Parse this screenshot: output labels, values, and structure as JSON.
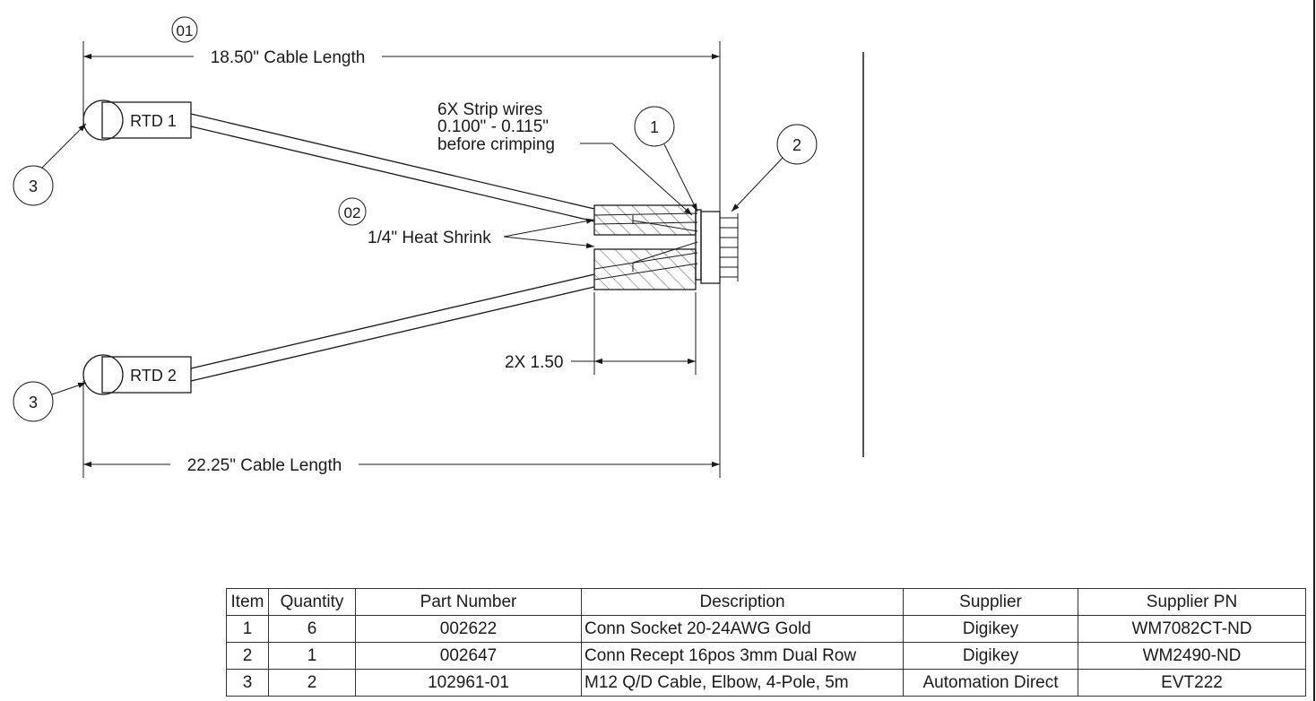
{
  "drawing": {
    "balloon_01": "01",
    "balloon_02": "02",
    "cable_length_top": "18.50\" Cable Length",
    "cable_length_bottom": "22.25\" Cable Length",
    "note_strip_line1": "6X Strip wires",
    "note_strip_line2": "0.100\" - 0.115\"",
    "note_strip_line3": "before crimping",
    "heat_shrink": "1/4\" Heat Shrink",
    "dim_heat_shrink": "2X 1.50",
    "rtd1_label": "RTD 1",
    "rtd2_label": "RTD 2",
    "callout_1": "1",
    "callout_2": "2",
    "callout_3": "3"
  },
  "bom": {
    "headers": [
      "Item",
      "Quantity",
      "Part Number",
      "Description",
      "Supplier",
      "Supplier PN"
    ],
    "rows": [
      [
        "1",
        "6",
        "002622",
        "Conn Socket 20-24AWG Gold",
        "Digikey",
        "WM7082CT-ND"
      ],
      [
        "2",
        "1",
        "002647",
        "Conn Recept 16pos 3mm Dual Row",
        "Digikey",
        "WM2490-ND"
      ],
      [
        "3",
        "2",
        "102961-01",
        "M12 Q/D Cable, Elbow, 4-Pole, 5m",
        "Automation Direct",
        "EVT222"
      ]
    ]
  }
}
